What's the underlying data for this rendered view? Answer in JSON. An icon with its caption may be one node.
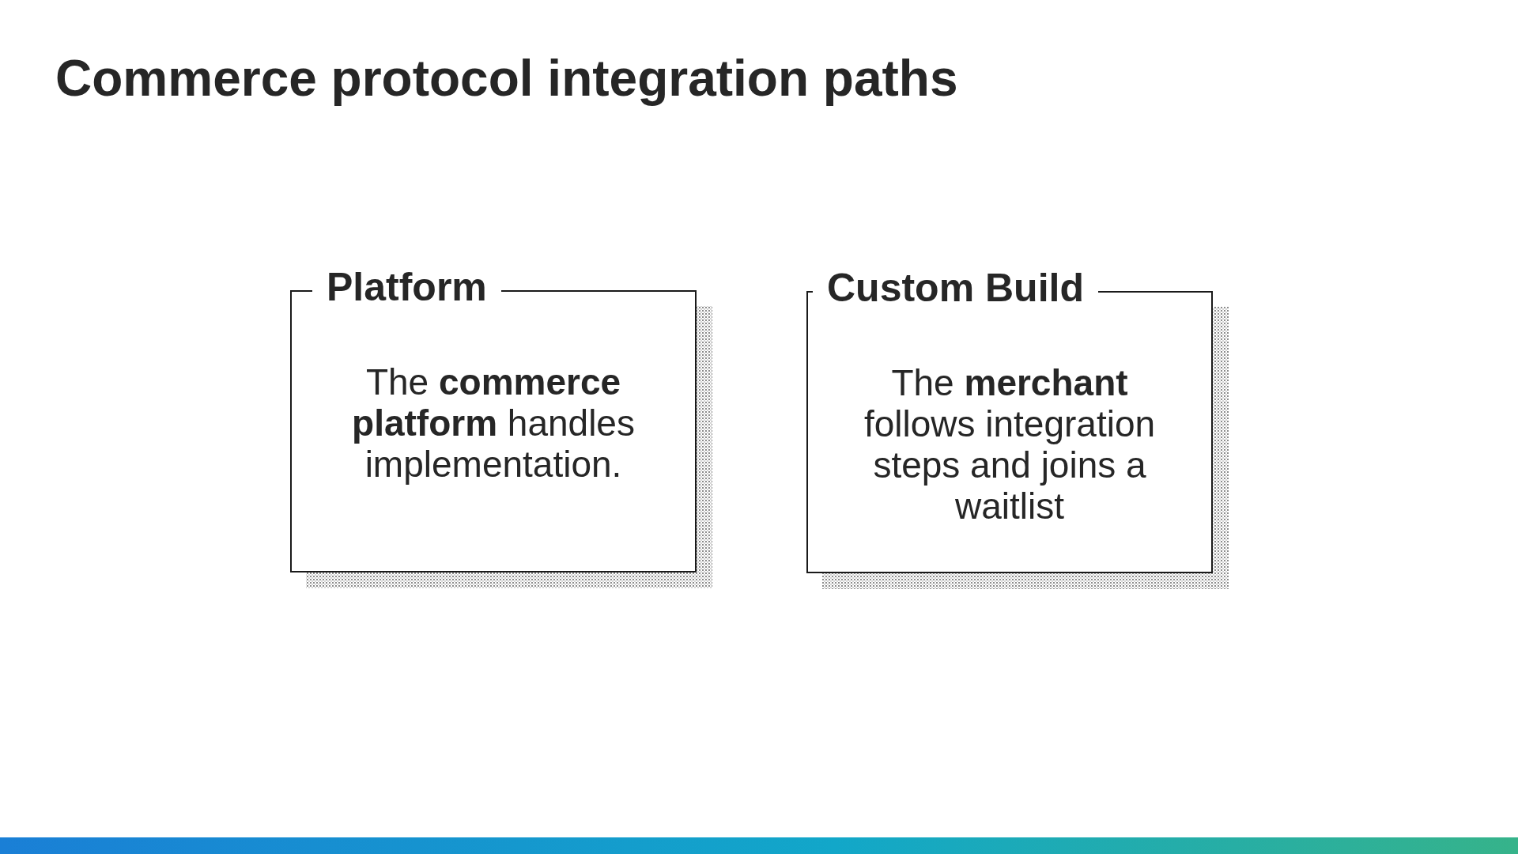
{
  "diagram": {
    "title": "Commerce protocol integration paths",
    "nodes": [
      {
        "text": [
          "Platform",
          "The **commerce platform** handles implementation."
        ]
      },
      {
        "text": [
          "Custom Build",
          "The **merchant** follows integration steps and joins a waitlist"
        ]
      }
    ]
  }
}
